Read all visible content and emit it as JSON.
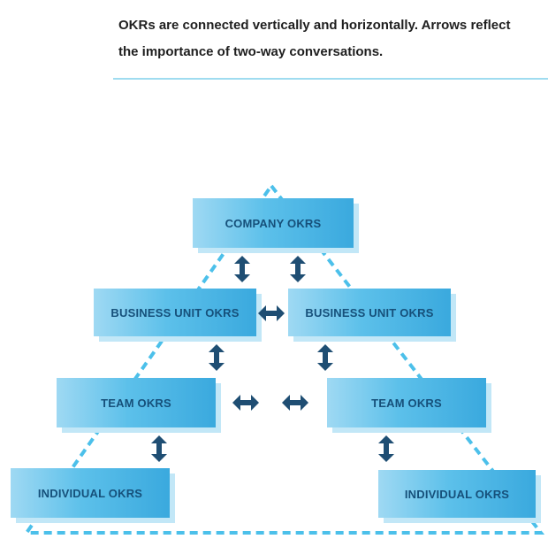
{
  "caption": {
    "line1": "OKRs are connected vertically and horizontally. Arrows reflect",
    "line2": "the importance of two-way conversations."
  },
  "boxes": {
    "company": "COMPANY OKRS",
    "business_unit_left": "BUSINESS UNIT OKRS",
    "business_unit_right": "BUSINESS UNIT OKRS",
    "team_left": "TEAM OKRS",
    "team_right": "TEAM OKRS",
    "individual_left": "INDIVIDUAL OKRS",
    "individual_right": "INDIVIDUAL OKRS"
  },
  "colors": {
    "box_light": "#9fd9f3",
    "box_dark": "#3aa9de",
    "box_text": "#16507a",
    "arrow": "#1f4e73",
    "triangle_dash": "#4cc0ea"
  }
}
